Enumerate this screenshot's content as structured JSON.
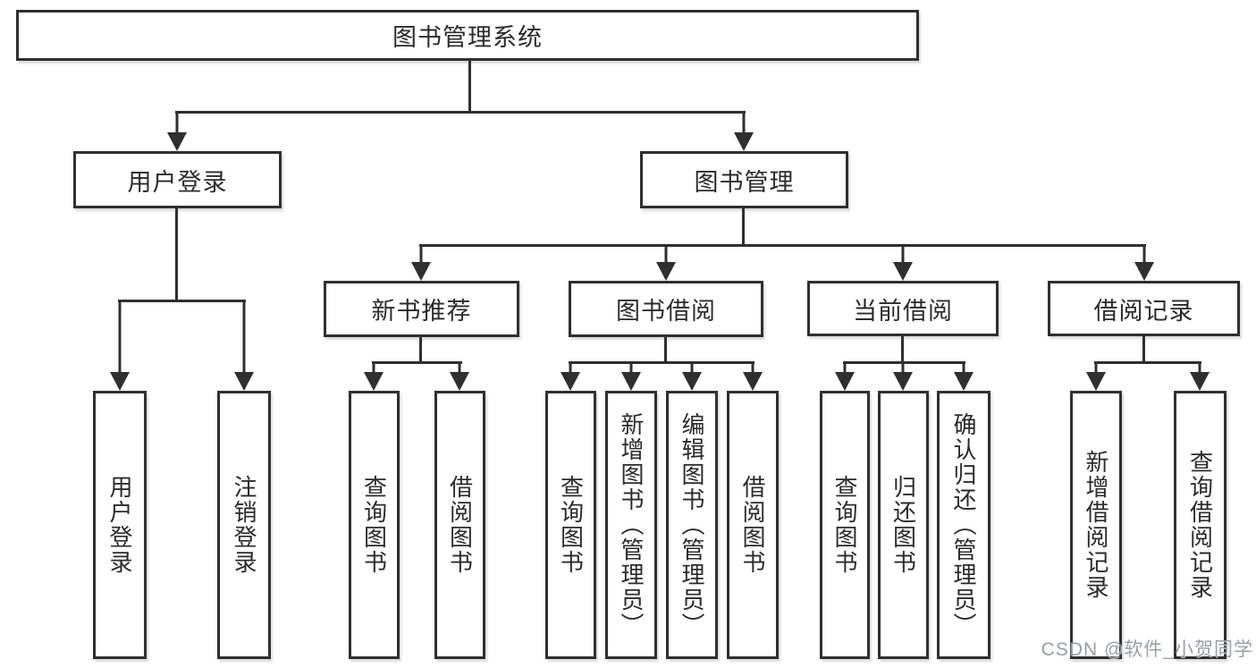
{
  "tree": {
    "root": {
      "label": "图书管理系统"
    },
    "level2": [
      {
        "label": "用户登录",
        "children": [
          {
            "label": "用户登录"
          },
          {
            "label": "注销登录"
          }
        ]
      },
      {
        "label": "图书管理",
        "children": [
          {
            "label": "新书推荐",
            "children": [
              {
                "label": "查询图书"
              },
              {
                "label": "借阅图书"
              }
            ]
          },
          {
            "label": "图书借阅",
            "children": [
              {
                "label": "查询图书"
              },
              {
                "label": "新增图书（管理员）"
              },
              {
                "label": "编辑图书（管理员）"
              },
              {
                "label": "借阅图书"
              }
            ]
          },
          {
            "label": "当前借阅",
            "children": [
              {
                "label": "查询图书"
              },
              {
                "label": "归还图书"
              },
              {
                "label": "确认归还（管理员）"
              }
            ]
          },
          {
            "label": "借阅记录",
            "children": [
              {
                "label": "新增借阅记录"
              },
              {
                "label": "查询借阅记录"
              }
            ]
          }
        ]
      }
    ]
  },
  "watermark": {
    "text": "CSDN @软件_小贺同学"
  },
  "colors": {
    "line": "#2f2f2f",
    "box_background": "#ffffff",
    "watermark": "#9499a0"
  }
}
